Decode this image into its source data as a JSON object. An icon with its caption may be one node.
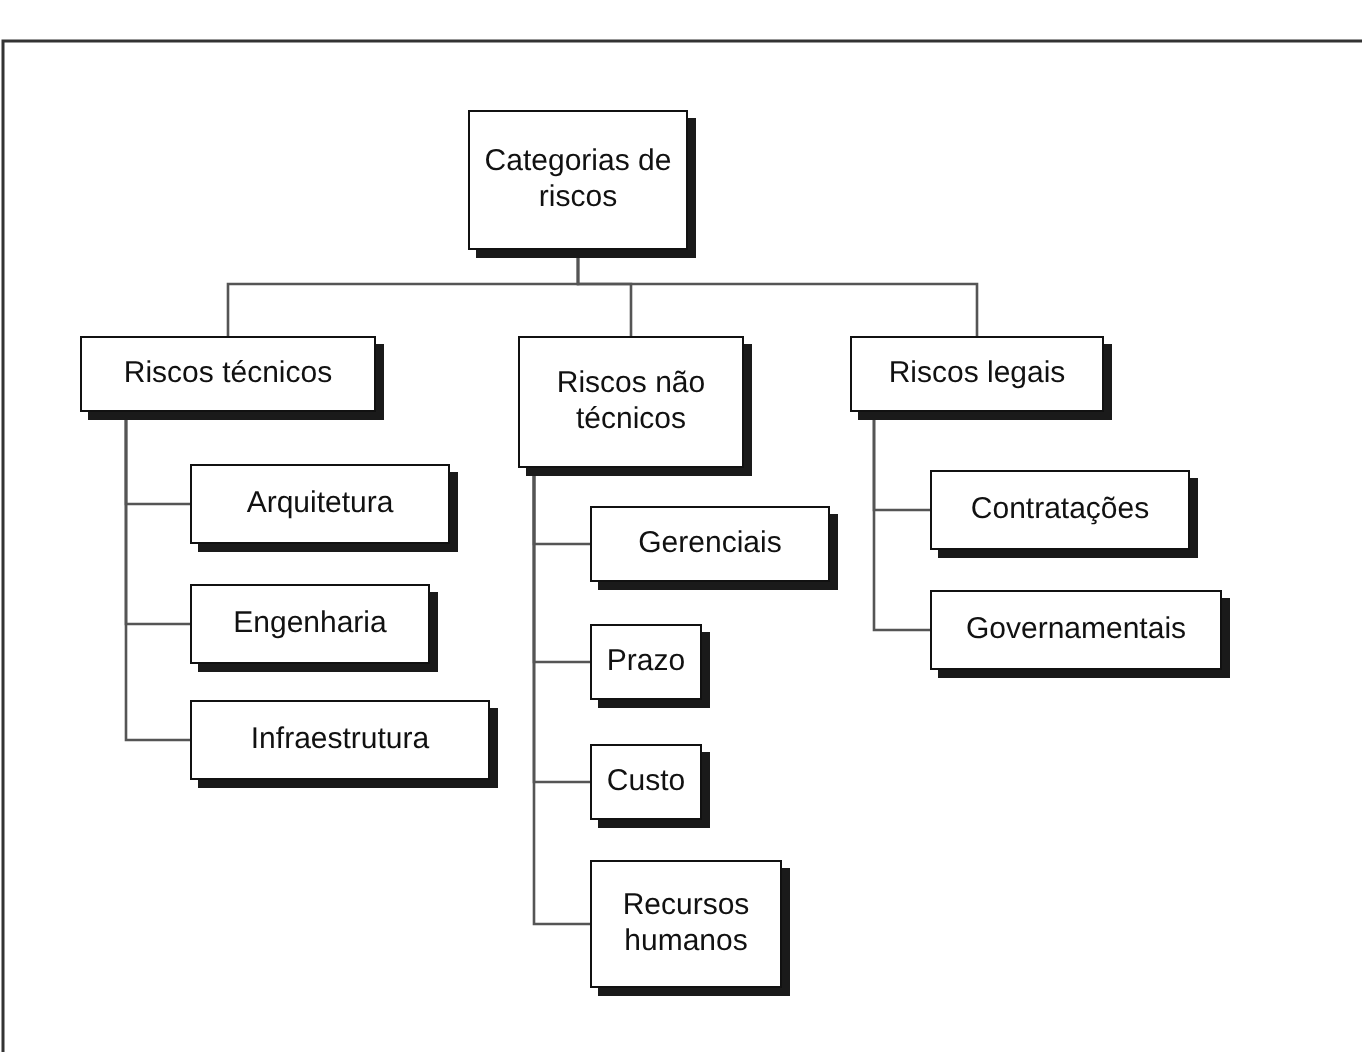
{
  "diagram": {
    "nodes": [
      {
        "text": [
          "Categorias de riscos"
        ]
      },
      {
        "text": [
          "Riscos técnicos"
        ]
      },
      {
        "text": [
          "Riscos não técnicos"
        ]
      },
      {
        "text": [
          "Riscos legais"
        ]
      },
      {
        "text": [
          "Arquitetura"
        ]
      },
      {
        "text": [
          "Engenharia"
        ]
      },
      {
        "text": [
          "Infraestrutura"
        ]
      },
      {
        "text": [
          "Gerenciais"
        ]
      },
      {
        "text": [
          "Prazo"
        ]
      },
      {
        "text": [
          "Custo"
        ]
      },
      {
        "text": [
          "Recursos humanos"
        ]
      },
      {
        "text": [
          "Contratações"
        ]
      },
      {
        "text": [
          "Governamentais"
        ]
      }
    ],
    "edges": [
      {
        "from": 0,
        "to": 1,
        "arrow": "none"
      },
      {
        "from": 0,
        "to": 2,
        "arrow": "none"
      },
      {
        "from": 0,
        "to": 3,
        "arrow": "none"
      },
      {
        "from": 1,
        "to": 4,
        "arrow": "none"
      },
      {
        "from": 1,
        "to": 5,
        "arrow": "none"
      },
      {
        "from": 1,
        "to": 6,
        "arrow": "none"
      },
      {
        "from": 2,
        "to": 7,
        "arrow": "none"
      },
      {
        "from": 2,
        "to": 8,
        "arrow": "none"
      },
      {
        "from": 2,
        "to": 9,
        "arrow": "none"
      },
      {
        "from": 2,
        "to": 10,
        "arrow": "none"
      },
      {
        "from": 3,
        "to": 11,
        "arrow": "none"
      },
      {
        "from": 3,
        "to": 12,
        "arrow": "none"
      }
    ]
  }
}
